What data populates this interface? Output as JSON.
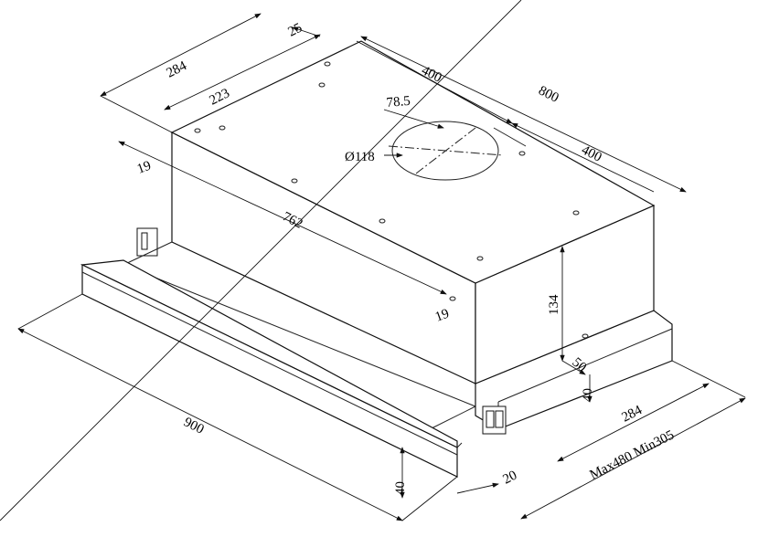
{
  "diagram": {
    "dimensions": {
      "top_depth": "284",
      "offset_25": "25",
      "hole_depth_223": "223",
      "half_width_400_a": "400",
      "total_width_800": "800",
      "duct_offset": "78.5",
      "duct_diameter": "Ø118",
      "half_width_400_b": "400",
      "side_offset_19_a": "19",
      "hole_span_762": "762",
      "side_offset_19_b": "19",
      "body_height_134": "134",
      "step_50": "50",
      "step_40": "40",
      "base_depth_284": "284",
      "front_width_900": "900",
      "front_height_40": "40",
      "front_thickness_20": "20",
      "extension_range": "Max480 Min305"
    }
  }
}
